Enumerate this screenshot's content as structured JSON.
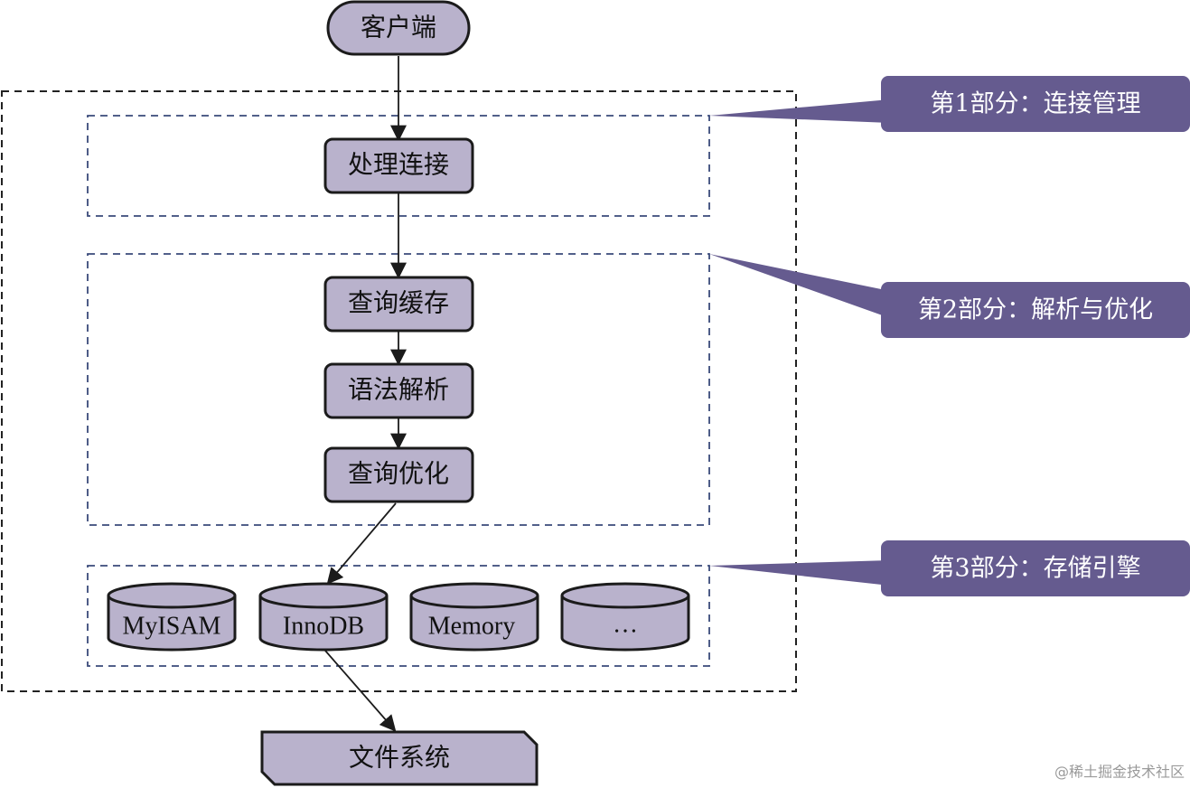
{
  "nodes": {
    "client": "客户端",
    "handle_connection": "处理连接",
    "query_cache": "查询缓存",
    "syntax_parse": "语法解析",
    "query_optimize": "查询优化",
    "file_system": "文件系统"
  },
  "engines": [
    "MyISAM",
    "InnoDB",
    "Memory",
    "…"
  ],
  "callouts": {
    "part1": "第1部分：连接管理",
    "part2": "第2部分：解析与优化",
    "part3": "第3部分：存储引擎"
  },
  "watermark": "@稀土掘金技术社区",
  "colors": {
    "node_fill": "#b9b2cc",
    "node_stroke": "#1b1b1b",
    "callout_fill": "#655b8f",
    "dashed_outer": "#222222",
    "dashed_inner": "#3a4a7a"
  }
}
